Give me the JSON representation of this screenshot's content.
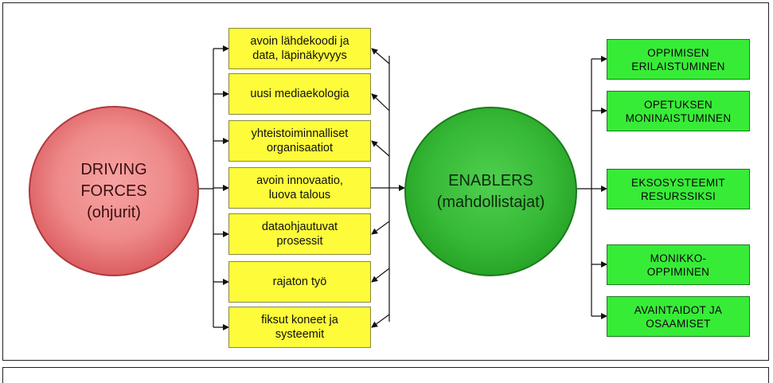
{
  "driving": {
    "line1": "DRIVING",
    "line2": "FORCES",
    "line3": "(ohjurit)"
  },
  "enablers": {
    "line1": "ENABLERS",
    "line2": "(mahdollistajat)"
  },
  "forces": [
    {
      "line1": "avoin lähdekoodi ja",
      "line2": "data, läpinäkyvyys"
    },
    {
      "line1": "uusi mediaekologia",
      "line2": ""
    },
    {
      "line1": "yhteistoiminnalliset",
      "line2": "organisaatiot"
    },
    {
      "line1": "avoin innovaatio,",
      "line2": "luova talous"
    },
    {
      "line1": "dataohjautuvat",
      "line2": "prosessit"
    },
    {
      "line1": "rajaton työ",
      "line2": ""
    },
    {
      "line1": "fiksut koneet ja",
      "line2": "systeemit"
    }
  ],
  "outcomes": [
    {
      "line1": "OPPIMISEN",
      "line2": "ERILAISTUMINEN"
    },
    {
      "line1": "OPETUKSEN",
      "line2": "MONINAISTUMINEN"
    },
    {
      "line1": "EKSOSYSTEEMIT",
      "line2": "RESURSSIKSI"
    },
    {
      "line1": "MONIKKO-",
      "line2": "OPPIMINEN"
    },
    {
      "line1": "AVAINTAIDOT JA",
      "line2": "OSAAMISET"
    }
  ],
  "colors": {
    "yellow_box": "#fdfb3a",
    "green_box": "#37ec37",
    "red_circle": "#e06266",
    "green_circle": "#2aa82a"
  }
}
